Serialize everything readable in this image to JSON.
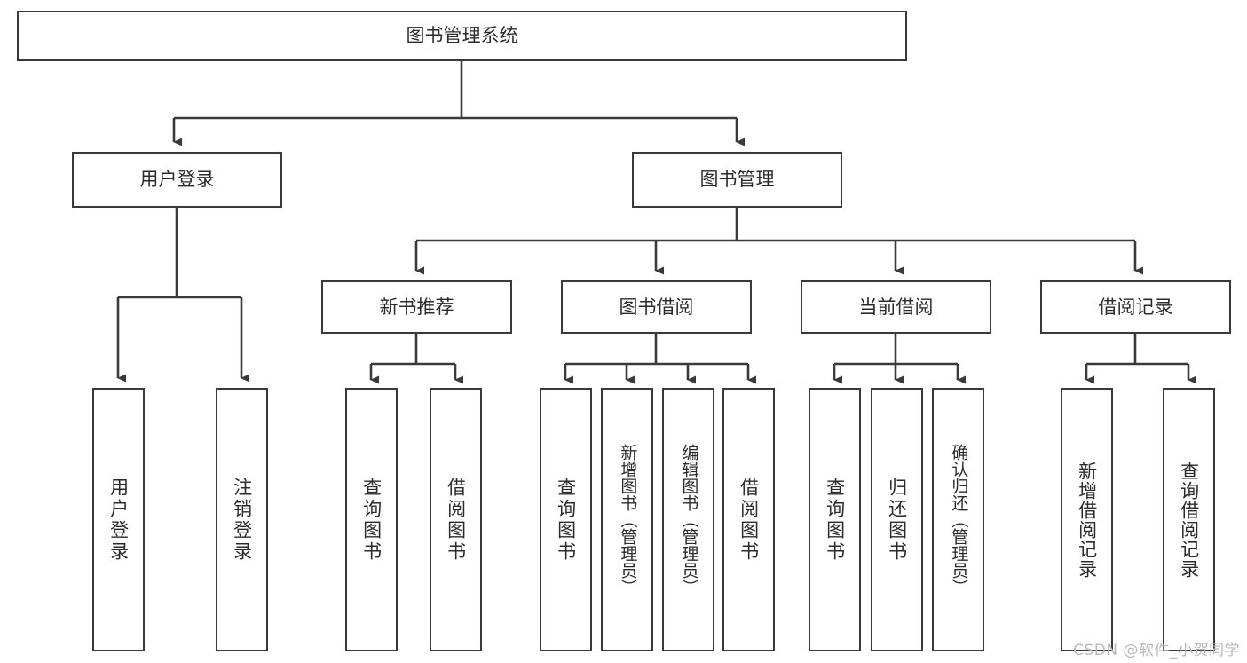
{
  "diagram": {
    "title": "图书管理系统",
    "type": "tree-hierarchy-diagram",
    "watermark": "CSDN @软件_小贺同学",
    "colors": {
      "box_border": "#3a3a3a",
      "box_fill": "#ffffff",
      "text": "#2b2b2b",
      "connector": "#3a3a3a",
      "watermark": "#b9b9b9",
      "background": "#ffffff"
    },
    "nodes": {
      "root": {
        "label": "图书管理系统"
      },
      "level2": [
        {
          "label": "用户登录"
        },
        {
          "label": "图书管理"
        }
      ],
      "level3": [
        {
          "label": "新书推荐"
        },
        {
          "label": "图书借阅"
        },
        {
          "label": "当前借阅"
        },
        {
          "label": "借阅记录"
        }
      ],
      "leaves_user_login": [
        {
          "label": "用户登录"
        },
        {
          "label": "注销登录"
        }
      ],
      "leaves_new_books": [
        {
          "label": "查询图书"
        },
        {
          "label": "借阅图书"
        }
      ],
      "leaves_borrow": [
        {
          "label": "查询图书"
        },
        {
          "label": "新增图书（管理员）"
        },
        {
          "label": "编辑图书（管理员）"
        },
        {
          "label": "借阅图书"
        }
      ],
      "leaves_current": [
        {
          "label": "查询图书"
        },
        {
          "label": "归还图书"
        },
        {
          "label": "确认归还（管理员）"
        }
      ],
      "leaves_records": [
        {
          "label": "新增借阅记录"
        },
        {
          "label": "查询借阅记录"
        }
      ]
    }
  }
}
